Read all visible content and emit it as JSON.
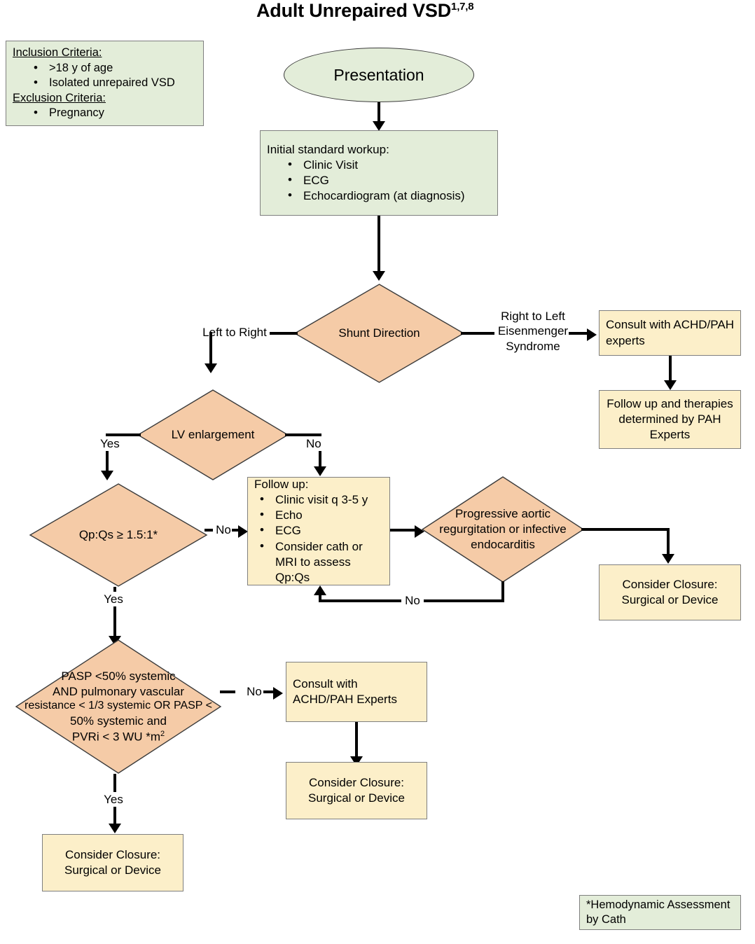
{
  "title": {
    "text": "Adult Unrepaired VSD",
    "superscript": "1,7,8"
  },
  "criteria_box": {
    "inclusion_heading": "Inclusion Criteria:",
    "inclusion_items": [
      ">18 y of age",
      "Isolated unrepaired VSD"
    ],
    "exclusion_heading": "Exclusion Criteria:",
    "exclusion_items": [
      "Pregnancy"
    ]
  },
  "nodes": {
    "presentation": "Presentation",
    "workup_heading": "Initial standard workup:",
    "workup_items": [
      "Clinic Visit",
      "ECG",
      "Echocardiogram (at diagnosis)"
    ],
    "shunt_direction": "Shunt Direction",
    "consult_achd_pah_experts_lower": "Consult with ACHD/PAH experts",
    "follow_up_therapies_pah": "Follow up and therapies determined by PAH Experts",
    "lv_enlargement": "LV enlargement",
    "qp_qs": "Qp:Qs ≥ 1.5:1*",
    "followup_heading": "Follow up:",
    "followup_items": [
      "Clinic visit q 3-5 y",
      "Echo",
      "ECG",
      "Consider cath or MRI to assess Qp:Qs"
    ],
    "progressive_ar": "Progressive aortic regurgitation or infective endocarditis",
    "consider_closure_right": "Consider Closure: Surgical or Device",
    "pasp_line1": "PASP <50% systemic",
    "pasp_line2": "AND pulmonary vascular",
    "pasp_line3": "resistance < 1/3 systemic OR PASP <",
    "pasp_line4": "50% systemic and",
    "pasp_line5_a": "PVRi < 3 WU *m",
    "pasp_line5_sup": "2",
    "consult_achd_pah_experts_caps": "Consult with ACHD/PAH Experts",
    "consider_closure_mid": "Consider Closure: Surgical or Device",
    "consider_closure_bottom": "Consider Closure: Surgical or Device"
  },
  "edge_labels": {
    "left_to_right": "Left to Right",
    "right_to_left": "Right to Left\nEisenmenger\nSyndrome",
    "lv_yes": "Yes",
    "lv_no": "No",
    "qpqs_no": "No",
    "qpqs_yes": "Yes",
    "ar_no": "No",
    "pasp_no": "No",
    "pasp_yes": "Yes"
  },
  "footnote": {
    "text": "*Hemodynamic Assessment by Cath"
  },
  "colors": {
    "green_fill": "#E3EDD9",
    "cream_fill": "#FCEFC9",
    "diamond_fill": "#F5CBA7",
    "border_gray": "#7F7F7F",
    "line_black": "#000000"
  }
}
